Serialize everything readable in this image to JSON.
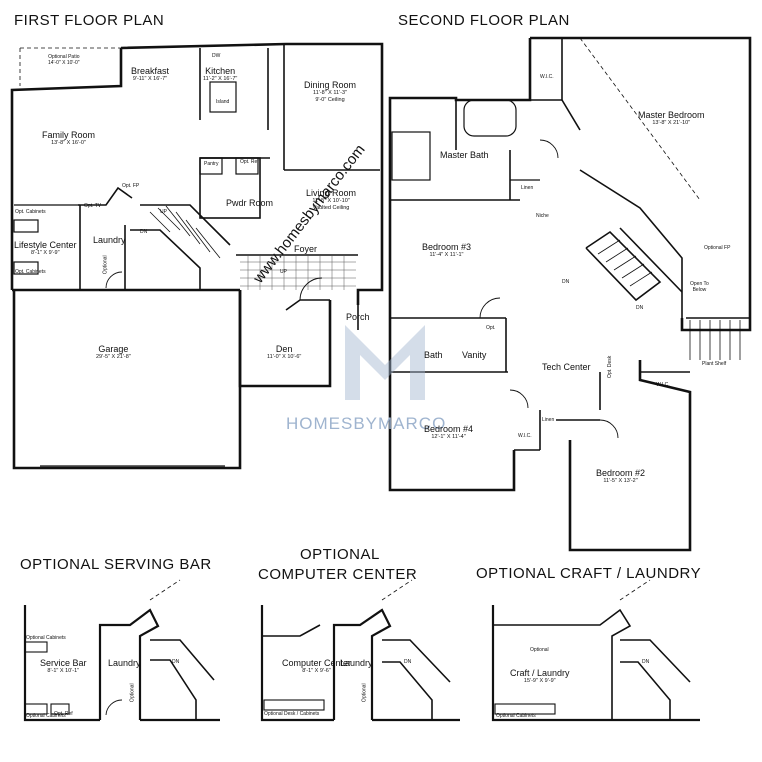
{
  "titles": {
    "first": "FIRST FLOOR PLAN",
    "second": "SECOND FLOOR PLAN",
    "serving": "OPTIONAL SERVING BAR",
    "computer_l1": "OPTIONAL",
    "computer_l2": "COMPUTER CENTER",
    "craft": "OPTIONAL CRAFT / LAUNDRY"
  },
  "first_floor": {
    "optional_patio": {
      "name": "Optional Patio",
      "dim": "14'-0\" X 10'-0\""
    },
    "breakfast": {
      "name": "Breakfast",
      "dim": "9'-11\" X 16'-7\""
    },
    "kitchen": {
      "name": "Kitchen",
      "dim": "11'-2\" X 16'-7\""
    },
    "dw": "DW",
    "island": "Island",
    "dining": {
      "name": "Dining Room",
      "dim": "11'-8\" X 11'-3\"",
      "dim2": "9'-0\" Ceiling"
    },
    "family": {
      "name": "Family Room",
      "dim": "13'-8\" X 16'-0\""
    },
    "pantry": "Pantry",
    "opt_ref": "Opt. Ref",
    "pwdr": "Pwdr Room",
    "living": {
      "name": "Living Room",
      "dim": "11'-8\" X 10'-10\"",
      "dim2": "Vaulted Ceiling"
    },
    "opt_fp": "Opt. FP",
    "opt_tv": "Opt. TV",
    "opt_cabinets_1": "Opt. Cabinets",
    "opt_cabinets_2": "Opt. Cabinets",
    "laundry": "Laundry",
    "lifestyle": {
      "name": "Lifestyle Center",
      "dim": "8'-1\" X 9'-9\""
    },
    "optional": "Optional",
    "dn": "DN",
    "up": "UP",
    "up2": "UP",
    "foyer": "Foyer",
    "garage": {
      "name": "Garage",
      "dim": "29'-5\" X 21'-8\""
    },
    "porch": "Porch",
    "den": {
      "name": "Den",
      "dim": "11'-0\" X 10'-6\""
    }
  },
  "second_floor": {
    "wic_top": "W.I.C.",
    "master_bed": {
      "name": "Master Bedroom",
      "dim": "13'-8\" X 21'-10\""
    },
    "master_bath": "Master Bath",
    "linen": "Linen",
    "niche": "Niche",
    "optional_fp": "Optional FP",
    "bed3": {
      "name": "Bedroom #3",
      "dim": "11'-4\" X 11'-1\""
    },
    "open_below_1": "Open To",
    "open_below_2": "Below",
    "dn": "DN",
    "dn2": "DN",
    "opt": "Opt.",
    "bath": "Bath",
    "vanity": "Vanity",
    "tech": "Tech Center",
    "plant_shelf": "Plant Shelf",
    "opt_desk": "Opt. Desk",
    "wic_right": "W.I.C.",
    "bed4": {
      "name": "Bedroom #4",
      "dim": "12'-1\" X 11'-4\""
    },
    "wic_mid": "W.I.C.",
    "linen2": "Linen",
    "bed2": {
      "name": "Bedroom #2",
      "dim": "11'-5\" X 13'-2\""
    }
  },
  "serving_bar": {
    "opt_cab": "Optional Cabinets",
    "service": {
      "name": "Service Bar",
      "dim": "8'-1\" X 10'-1\""
    },
    "laundry": "Laundry",
    "optional": "Optional",
    "opt_cab2": "Optional Cabinets",
    "opt_ref": "Opt. Ref",
    "dn": "DN"
  },
  "computer_center": {
    "computer": {
      "name": "Computer Center",
      "dim": "8'-1\" X 9'-6\""
    },
    "laundry": "Laundry",
    "optional": "Optional",
    "desk": "Optional Desk / Cabinets",
    "dn": "DN"
  },
  "craft_laundry": {
    "optional": "Optional",
    "craft": {
      "name": "Craft / Laundry",
      "dim": "15'-9\" X 9'-9\""
    },
    "opt_cab": "Optional Cabinets",
    "dn": "DN"
  },
  "watermark": {
    "url": "www.homesbymarco.com",
    "brand": "HOMESBYMARCO",
    "color": "#9fb4cf"
  }
}
